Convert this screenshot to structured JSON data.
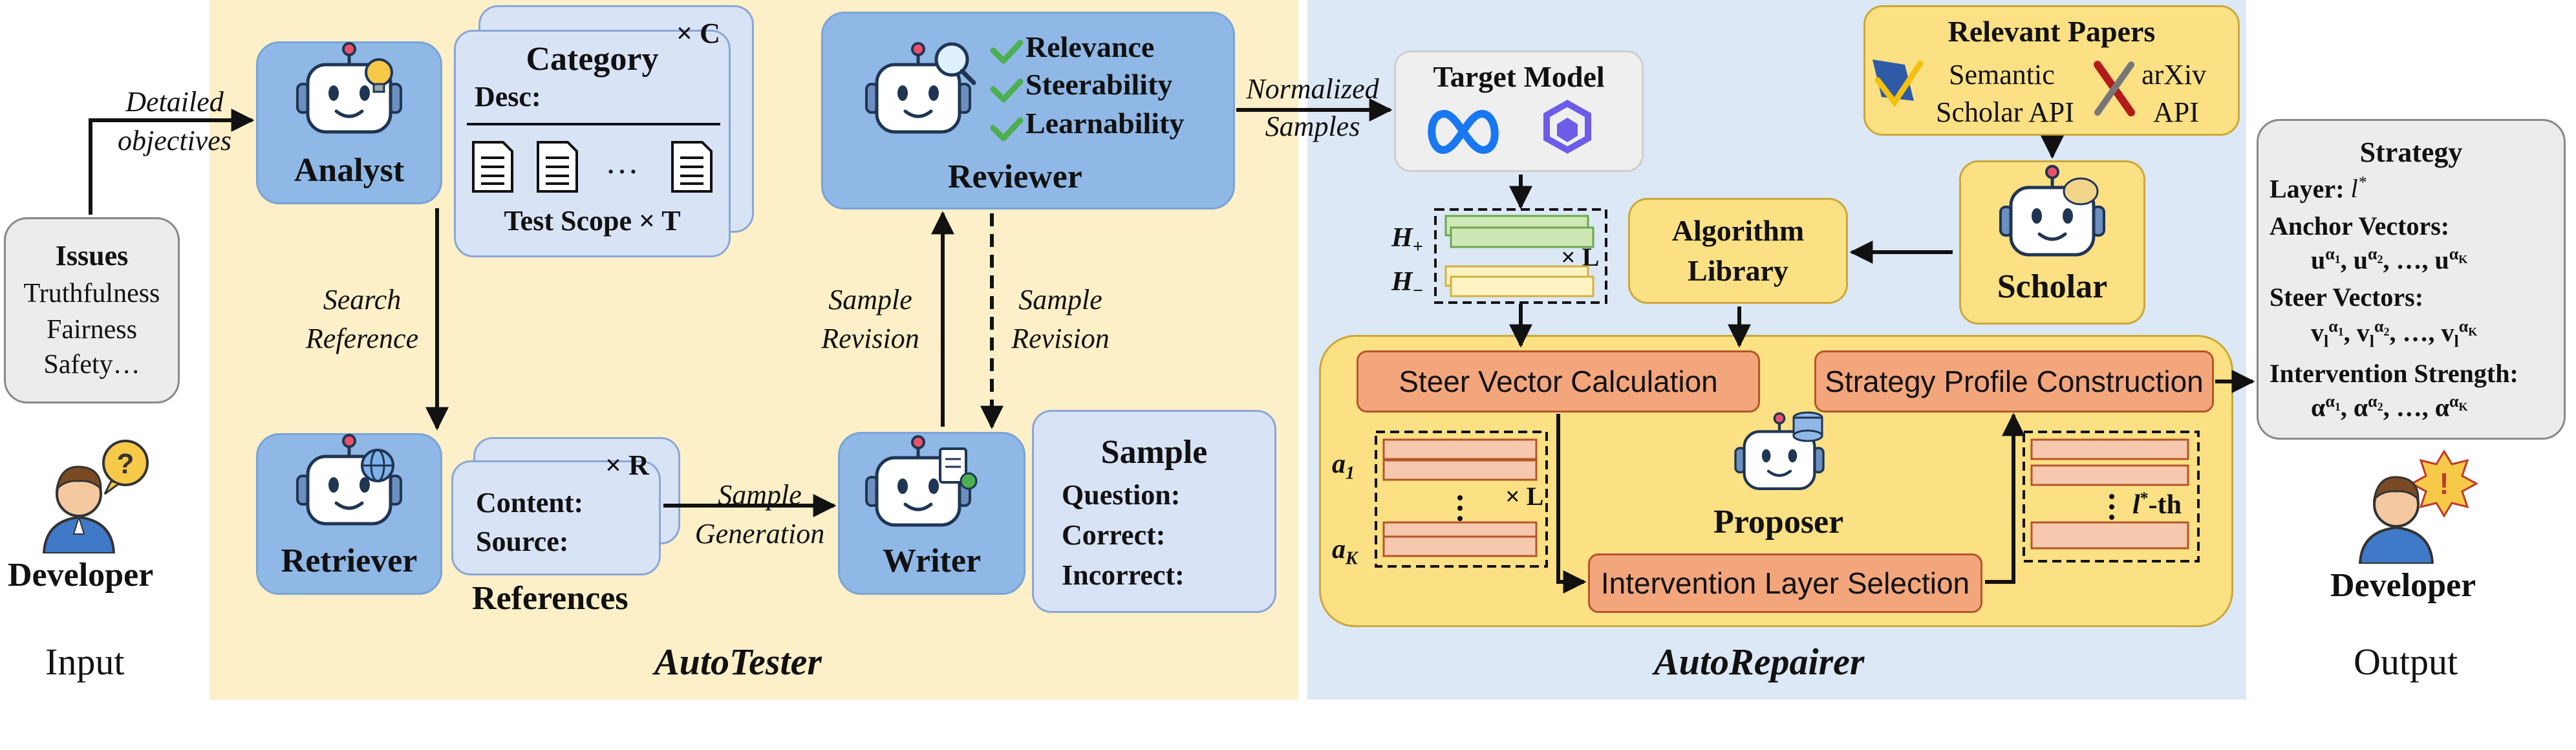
{
  "labels": {
    "input": "Input",
    "output": "Output",
    "autotester": "AutoTester",
    "autorepairer": "AutoRepairer"
  },
  "issues": {
    "title": "Issues",
    "items": [
      "Truthfulness",
      "Fairness",
      "Safety…"
    ]
  },
  "developer_label": "Developer",
  "edges": {
    "detailed": "Detailed",
    "objectives": "objectives",
    "search": "Search",
    "reference": "Reference",
    "sample_gen_1": "Sample",
    "sample_gen_2": "Generation",
    "sample_rev_1": "Sample",
    "sample_rev_2": "Revision",
    "sample_rev_3": "Sample",
    "sample_rev_4": "Revision",
    "normalized": "Normalized",
    "samples": "Samples"
  },
  "agents": {
    "analyst": "Analyst",
    "retriever": "Retriever",
    "writer": "Writer",
    "reviewer": "Reviewer",
    "scholar": "Scholar",
    "proposer": "Proposer"
  },
  "category_card": {
    "title": "Category",
    "desc": "Desc:",
    "mult": "× C",
    "footer": "Test Scope × T",
    "ellipsis": "…"
  },
  "references_card": {
    "mult": "× R",
    "content": "Content:",
    "source": "Source:",
    "caption": "References"
  },
  "sample_card": {
    "title": "Sample",
    "fields": [
      "Question:",
      "Correct:",
      "Incorrect:"
    ]
  },
  "reviewer_checks": [
    "Relevance",
    "Steerability",
    "Learnability"
  ],
  "target_model": {
    "title": "Target Model"
  },
  "hidden_states": {
    "h_plus": "H",
    "h_plus_sub": "+",
    "h_minus": "H",
    "h_minus_sub": "−",
    "mult": "× L"
  },
  "algorithm_library": [
    "Algorithm",
    "Library"
  ],
  "relevant_papers": {
    "title": "Relevant Papers",
    "semantic_1": "Semantic",
    "semantic_2": "Scholar API",
    "arxiv_1": "arXiv",
    "arxiv_2": "API"
  },
  "repairer_steps": {
    "steer_vector": "Steer Vector Calculation",
    "strategy_profile": "Strategy Profile Construction",
    "layer_selection": "Intervention Layer Selection"
  },
  "vector_stack": {
    "a1": "a",
    "a1_sub": "1",
    "ak": "a",
    "ak_sub": "K",
    "mult": "× L",
    "lth": "-th"
  },
  "strategy": {
    "title": "Strategy",
    "layer_label": "Layer:",
    "anchor_label": "Anchor Vectors:",
    "steer_label": "Steer Vectors:",
    "strength_label": "Intervention Strength:"
  },
  "colors": {
    "tester_bg": "#fdf0c8",
    "repairer_bg": "#dce8f5",
    "agent_blue": "#8fb8e6",
    "card_blue": "#d8e3f6",
    "yellow": "#fbe084",
    "orange": "#f3a67c",
    "check_green": "#4caf50"
  }
}
